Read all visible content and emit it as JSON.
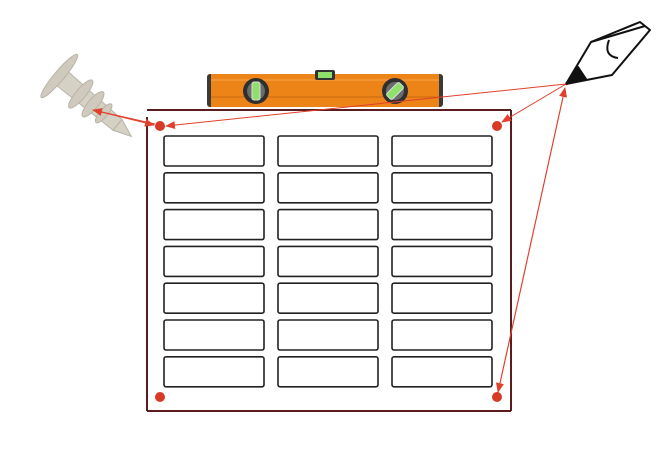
{
  "diagram": {
    "description_labels": [],
    "label_grid": {
      "rows": 7,
      "columns": 3
    },
    "colors": {
      "panel_border": "#5a1c1c",
      "label_border": "#222222",
      "marker": "#d83a26",
      "arrow": "#e0402c",
      "level_body": "#ec8418",
      "level_bubble": "#8fe06a",
      "anchor": "#cfcabd"
    },
    "tools": [
      "wall-anchor",
      "spirit-level",
      "pencil"
    ]
  }
}
